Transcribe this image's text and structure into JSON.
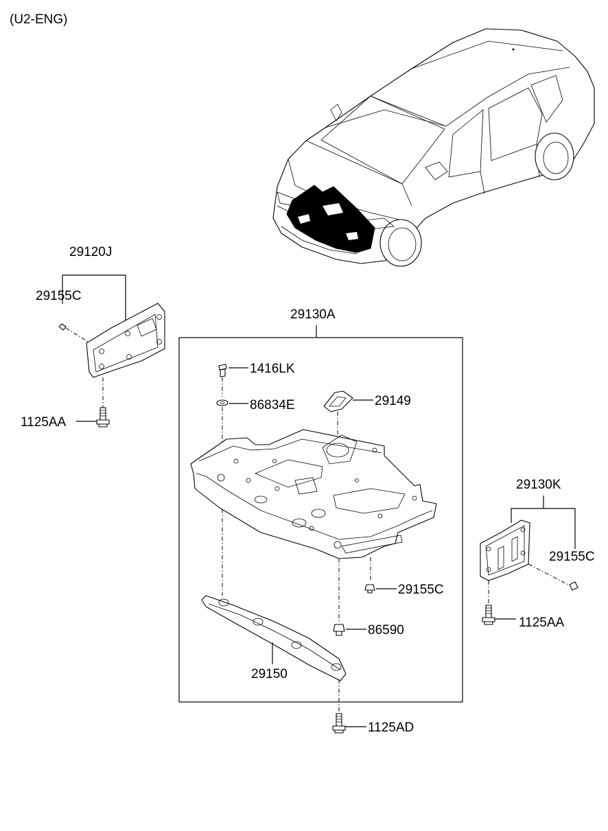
{
  "engine_label": "(U2-ENG)",
  "parts": {
    "bracket_left_assy": "29120J",
    "clip_left": "29155C",
    "bolt_left": "1125AA",
    "under_cover_assy": "29130A",
    "screw_top": "1416LK",
    "washer": "86834E",
    "cap": "29149",
    "clip_center": "29155C",
    "nut": "86590",
    "stay": "29150",
    "bolt_bottom": "1125AD",
    "bracket_right_assy": "29130K",
    "clip_right": "29155C",
    "bolt_right": "1125AA"
  }
}
